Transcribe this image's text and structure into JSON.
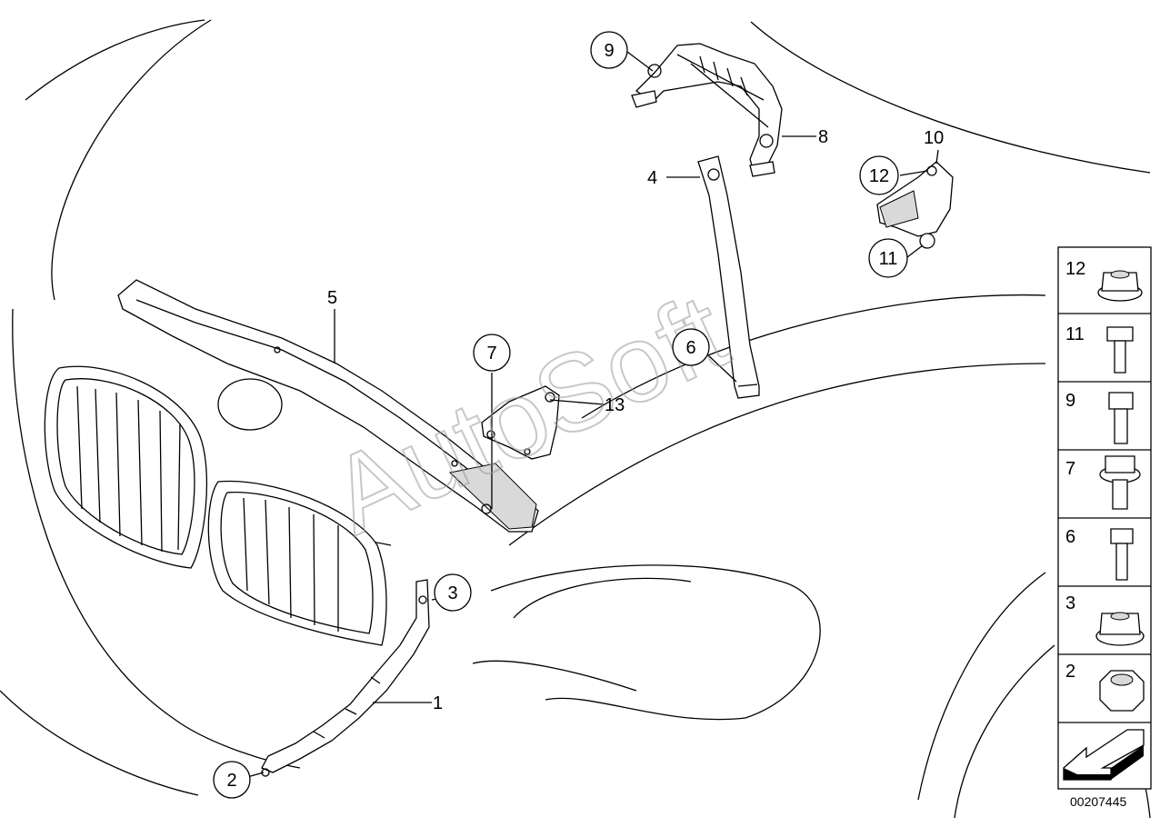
{
  "watermark": "AutoSoft",
  "document_id": "00207445",
  "callouts": [
    {
      "id": "c1",
      "label": "1",
      "circled": false
    },
    {
      "id": "c2",
      "label": "2",
      "circled": true
    },
    {
      "id": "c3",
      "label": "3",
      "circled": true
    },
    {
      "id": "c4",
      "label": "4",
      "circled": false
    },
    {
      "id": "c5",
      "label": "5",
      "circled": false
    },
    {
      "id": "c6",
      "label": "6",
      "circled": true
    },
    {
      "id": "c7",
      "label": "7",
      "circled": true
    },
    {
      "id": "c8",
      "label": "8",
      "circled": false
    },
    {
      "id": "c9",
      "label": "9",
      "circled": true
    },
    {
      "id": "c10",
      "label": "10",
      "circled": false
    },
    {
      "id": "c11",
      "label": "11",
      "circled": true
    },
    {
      "id": "c12",
      "label": "12",
      "circled": true
    },
    {
      "id": "c13",
      "label": "13",
      "circled": false
    }
  ],
  "fastener_legend": [
    {
      "label": "12",
      "icon": "flange-nut-icon"
    },
    {
      "label": "11",
      "icon": "long-hex-bolt-icon"
    },
    {
      "label": "9",
      "icon": "hex-bolt-icon"
    },
    {
      "label": "7",
      "icon": "flange-bolt-icon"
    },
    {
      "label": "6",
      "icon": "hex-bolt-icon"
    },
    {
      "label": "3",
      "icon": "flange-nut-icon"
    },
    {
      "label": "2",
      "icon": "hex-nut-icon"
    }
  ],
  "legend_arrow": "arrow-left-down-icon"
}
